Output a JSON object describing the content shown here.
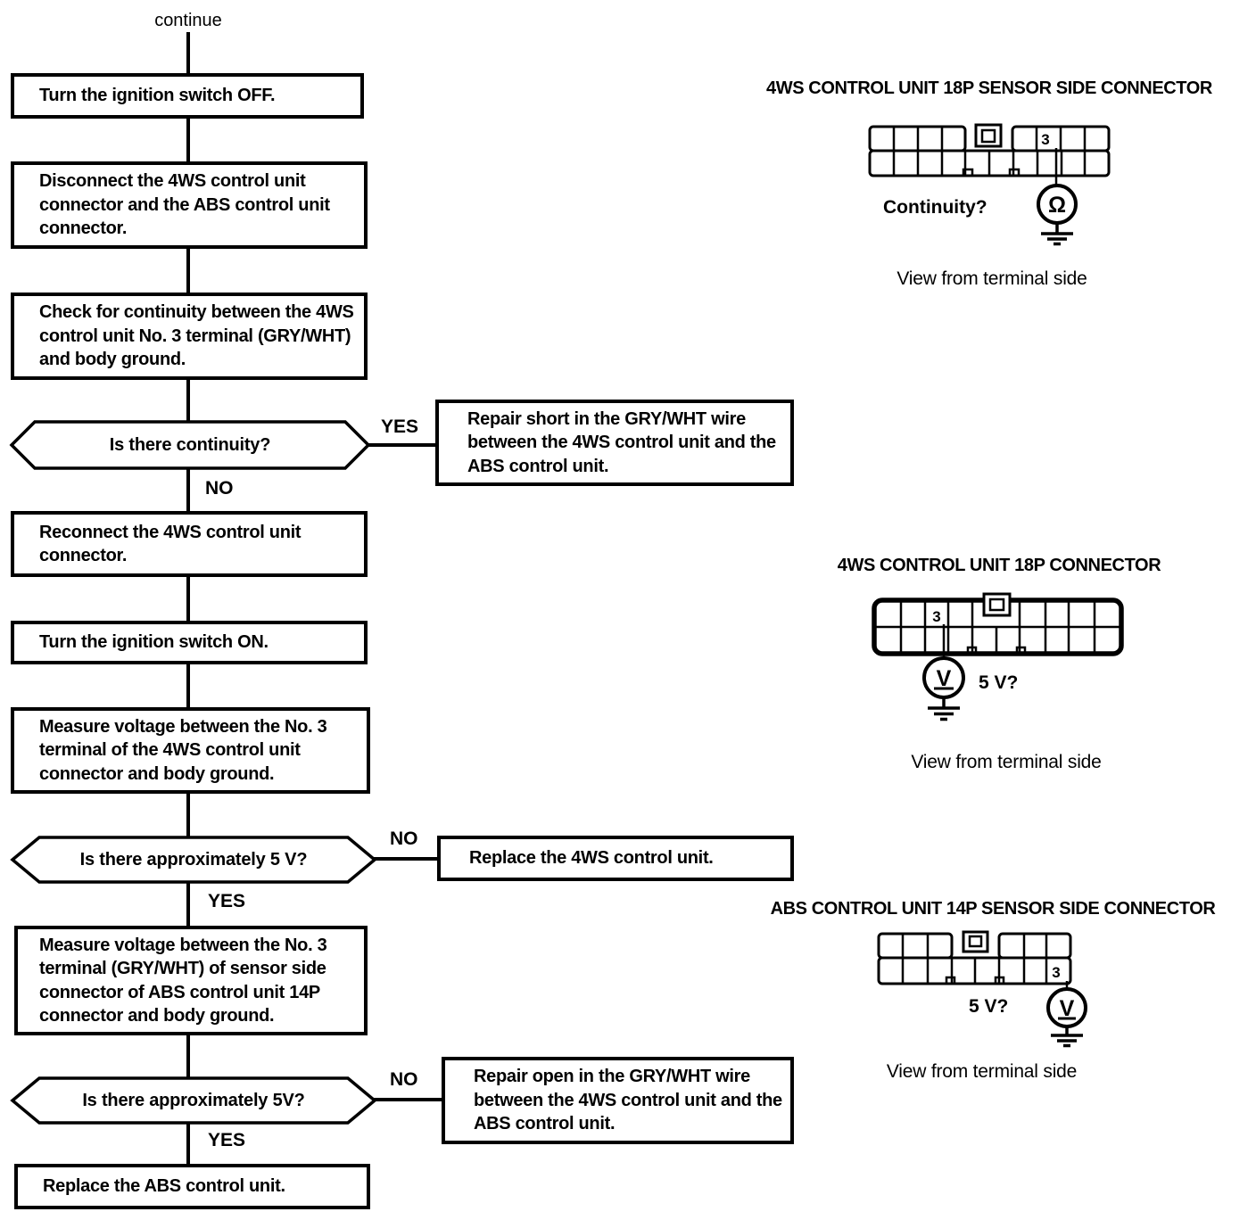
{
  "flow": {
    "continue_label": "continue",
    "steps": [
      {
        "text": "Turn the ignition switch OFF."
      },
      {
        "text": "Disconnect the 4WS control unit connector and the ABS control unit connector."
      },
      {
        "text": "Check for continuity between the 4WS control unit No. 3 terminal (GRY/WHT) and body ground."
      },
      {
        "text": "Reconnect the 4WS control unit connector."
      },
      {
        "text": "Turn the ignition switch ON."
      },
      {
        "text": "Measure voltage between the No. 3 terminal of the 4WS control unit connector and body ground."
      },
      {
        "text": "Measure voltage between the No. 3 terminal (GRY/WHT) of sensor side connector of ABS control unit 14P connector and body ground."
      },
      {
        "text": "Replace the ABS control unit."
      }
    ],
    "decisions": [
      {
        "question": "Is there continuity?",
        "yes_label": "YES",
        "no_label": "NO"
      },
      {
        "question": "Is there approximately 5 V?",
        "yes_label": "YES",
        "no_label": "NO"
      },
      {
        "question": "Is there approximately 5V?",
        "yes_label": "YES",
        "no_label": "NO"
      }
    ],
    "actions": [
      {
        "text": "Repair short in the GRY/WHT wire between the 4WS control unit and the ABS control unit."
      },
      {
        "text": "Replace the 4WS control unit."
      },
      {
        "text": "Repair open in the GRY/WHT wire between the 4WS control unit and the ABS control unit."
      }
    ]
  },
  "diagrams": [
    {
      "title": "4WS CONTROL UNIT 18P SENSOR SIDE CONNECTOR",
      "pin_label": "3",
      "meter_symbol": "Ω",
      "meter_question": "Continuity?",
      "caption": "View from terminal side"
    },
    {
      "title": "4WS CONTROL UNIT 18P CONNECTOR",
      "pin_label": "3",
      "meter_symbol": "V",
      "meter_question": "5 V?",
      "caption": "View from terminal side"
    },
    {
      "title": "ABS CONTROL UNIT 14P SENSOR SIDE CONNECTOR",
      "pin_label": "3",
      "meter_symbol": "V",
      "meter_question": "5 V?",
      "caption": "View from terminal side"
    }
  ],
  "colors": {
    "ink": "#000000",
    "paper": "#ffffff"
  }
}
